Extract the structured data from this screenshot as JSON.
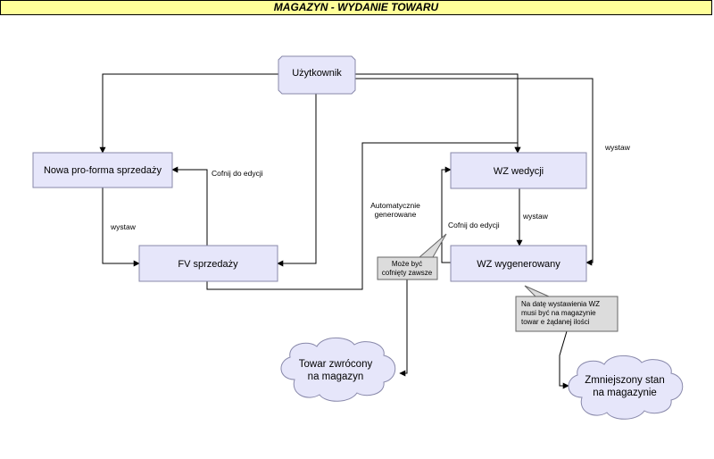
{
  "title": "MAGAZYN - WYDANIE TOWARU",
  "colors": {
    "title_background": "#ffff99",
    "process_box_fill": "#e6e6fa",
    "process_box_border": "#8888aa",
    "note_fill": "#dcdcdc",
    "cloud_fill": "#e6e6fa"
  },
  "nodes": {
    "user": "Użytkownik",
    "proforma": "Nowa pro-forma sprzedaży",
    "fv": "FV sprzedaży",
    "wz_edit": "WZ wedycji",
    "wz_generated": "WZ wygenerowany"
  },
  "edge_labels": {
    "revert_left": "Cofnij do edycji",
    "revert_right": "Cofnij do edycji",
    "issue_left": "wystaw",
    "issue_mid": "wystaw",
    "issue_right": "wystaw",
    "auto_line1": "Automatycznie",
    "auto_line2": "generowane"
  },
  "notes": {
    "can_revert_line1": "Może być",
    "can_revert_line2": "cofnięty zawsze",
    "date_line1": "Na datę wystawienia WZ",
    "date_line2": "musi być na magazynie",
    "date_line3": "towar e żądanej ilości"
  },
  "clouds": {
    "returned_line1": "Towar zwrócony",
    "returned_line2": "na magazyn",
    "reduced_line1": "Zmniejszony stan",
    "reduced_line2": "na magazynie"
  }
}
